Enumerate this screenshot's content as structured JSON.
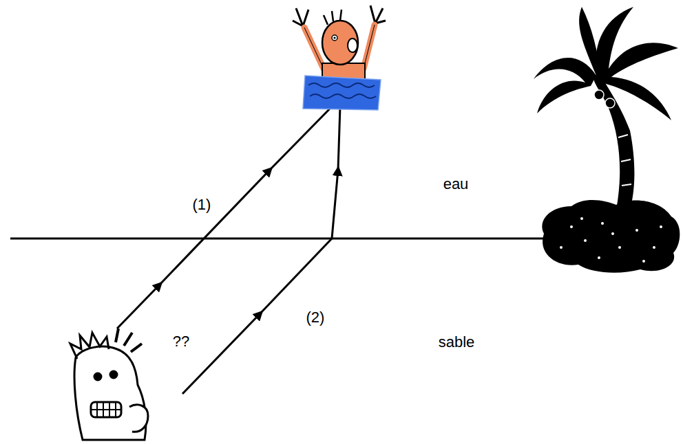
{
  "diagram": {
    "labels": [
      "(1)",
      "??",
      "(2)",
      "eau",
      "sable"
    ]
  }
}
